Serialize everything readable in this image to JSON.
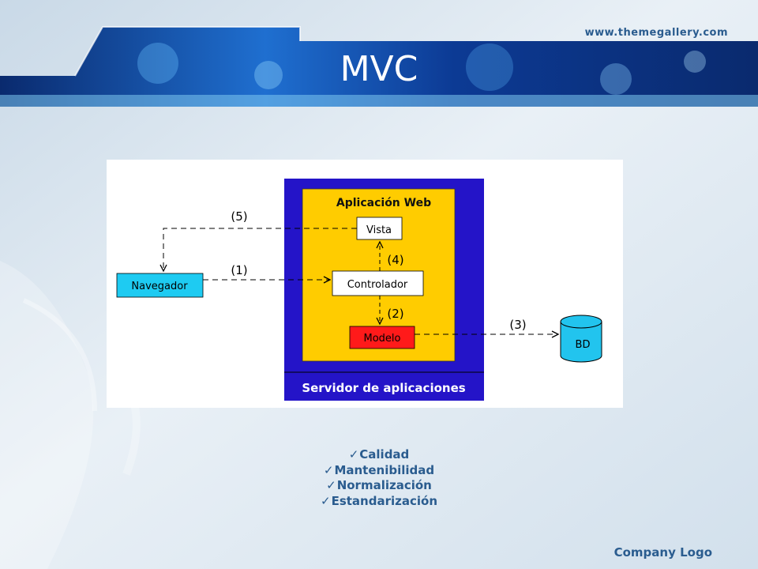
{
  "header": {
    "site_url": "www.themegallery.com",
    "title": "MVC"
  },
  "diagram": {
    "server_label": "Servidor de aplicaciones",
    "webapp_label": "Aplicación Web",
    "nodes": {
      "vista": "Vista",
      "controlador": "Controlador",
      "modelo": "Modelo",
      "navegador": "Navegador",
      "bd": "BD"
    },
    "steps": {
      "s1": "(1)",
      "s2": "(2)",
      "s3": "(3)",
      "s4": "(4)",
      "s5": "(5)"
    },
    "colors": {
      "server": "#2414c8",
      "webapp": "#ffcc00",
      "client": "#1ecbf2",
      "modelo": "#ff1a1a",
      "bd": "#22c4ee"
    }
  },
  "benefits": {
    "checkmark": "✓",
    "items": [
      "Calidad",
      "Mantenibilidad",
      "Normalización",
      "Estandarización"
    ]
  },
  "footer": {
    "company_logo": "Company Logo"
  }
}
